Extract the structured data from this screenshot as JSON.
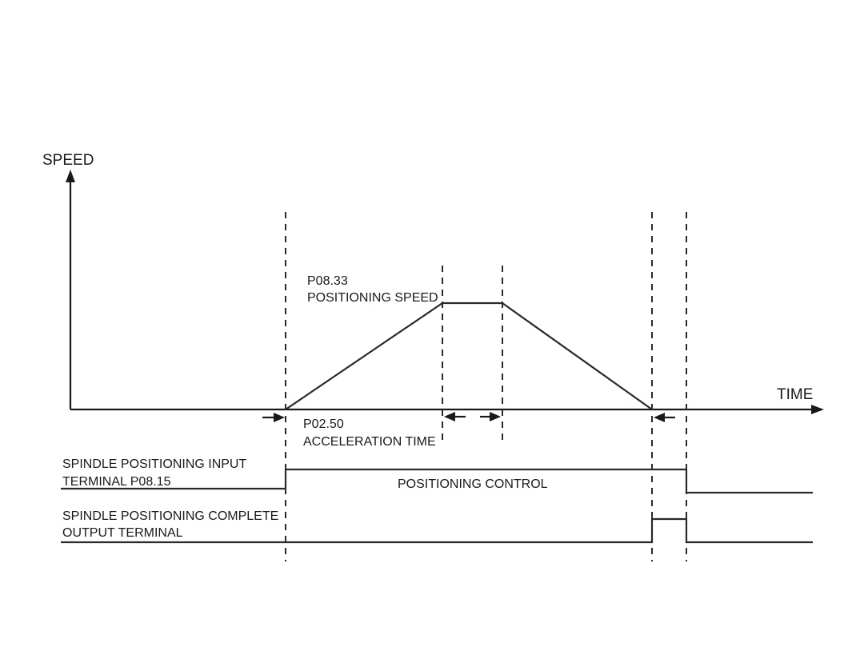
{
  "axes": {
    "y_label": "SPEED",
    "x_label": "TIME"
  },
  "annotations": {
    "positioning_speed_code": "P08.33",
    "positioning_speed_label": "POSITIONING SPEED",
    "acceleration_time_code": "P02.50",
    "acceleration_time_label": "ACCELERATION TIME"
  },
  "signals": {
    "input_terminal_line1": "SPINDLE POSITIONING INPUT",
    "input_terminal_line2": "TERMINAL P08.15",
    "positioning_control": "POSITIONING CONTROL",
    "complete_output_line1": "SPINDLE POSITIONING COMPLETE",
    "complete_output_line2": "OUTPUT TERMINAL"
  },
  "colors": {
    "line": "#1a1a1a",
    "background": "#ffffff"
  }
}
